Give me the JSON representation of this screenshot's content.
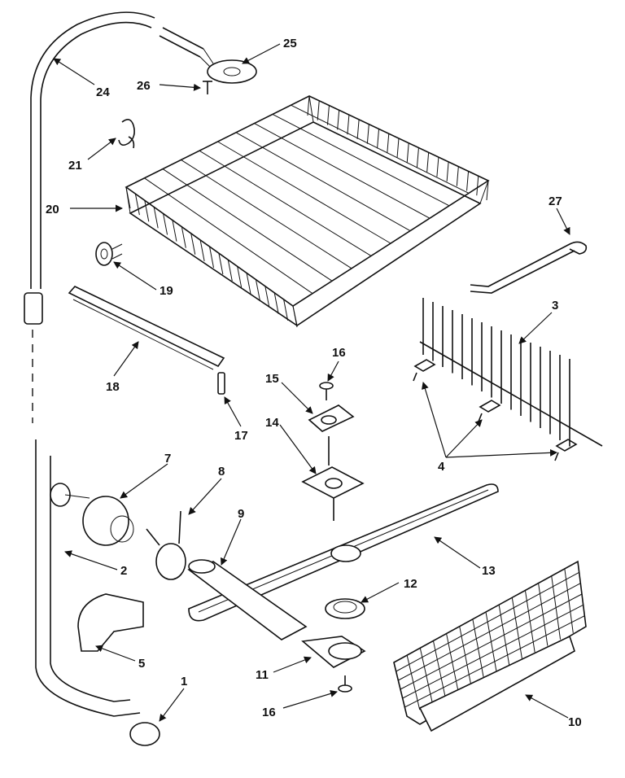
{
  "labels": {
    "p1": "1",
    "p2": "2",
    "p3": "3",
    "p4": "4",
    "p5": "5",
    "p7": "7",
    "p8": "8",
    "p9": "9",
    "p10": "10",
    "p11": "11",
    "p12": "12",
    "p13": "13",
    "p14": "14",
    "p15": "15",
    "p16a": "16",
    "p16b": "16",
    "p17": "17",
    "p18": "18",
    "p19": "19",
    "p20": "20",
    "p21": "21",
    "p24": "24",
    "p25": "25",
    "p26": "26",
    "p27": "27"
  }
}
